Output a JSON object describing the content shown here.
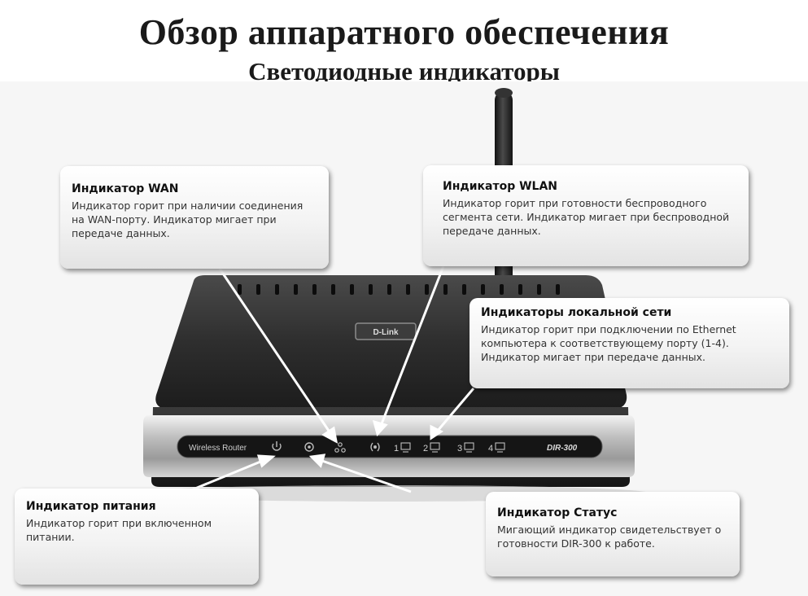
{
  "title": "Обзор аппаратного обеспечения",
  "subtitle": "Светодиодные индикаторы",
  "router": {
    "brand": "D-Link",
    "product_label": "Wireless Router",
    "model": "DIR-300",
    "port_labels": [
      "1",
      "2",
      "3",
      "4"
    ]
  },
  "callouts": {
    "wan": {
      "heading": "Индикатор WAN",
      "text": "Индикатор горит при наличии соединения на WAN-порту. Индикатор мигает при передаче данных."
    },
    "wlan": {
      "heading": "Индикатор WLAN",
      "text": "Индикатор горит при готовности беспроводного сегмента сети. Индикатор мигает при беспроводной передаче данных."
    },
    "lan": {
      "heading": "Индикаторы локальной сети",
      "text": "Индикатор горит при подключении по Ethernet компьютера к соответствующему порту (1-4). Индикатор мигает при передаче данных."
    },
    "power": {
      "heading": "Индикатор питания",
      "text": "Индикатор горит при включенном питании."
    },
    "status": {
      "heading": "Индикатор Статус",
      "text": "Мигающий индикатор свидетельствует о готовности DIR-300 к работе."
    }
  },
  "colors": {
    "router_body": "#2b2b2b",
    "panel_silver": "#c9c9c9",
    "callout_bg": "#f0f0f0",
    "arrow": "#ffffff"
  }
}
